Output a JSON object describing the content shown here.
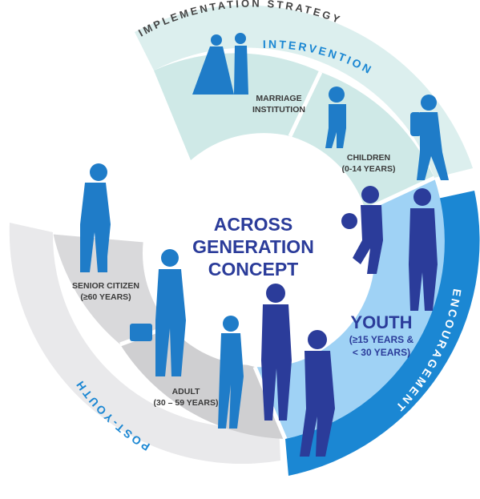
{
  "ring_labels": {
    "implementation_strategy": "IMPLEMENTATION STRATEGY",
    "intervention": "INTERVENTION",
    "encouragement": "ENCOURAGEMENT",
    "post_youth": "POST-YOUTH"
  },
  "center": {
    "line1": "ACROSS",
    "line2": "GENERATION",
    "line3": "CONCEPT"
  },
  "segments": {
    "marriage": {
      "line1": "MARRIAGE",
      "line2": "INSTITUTION"
    },
    "children": {
      "line1": "CHILDREN",
      "line2": "(0-14 YEARS)"
    },
    "youth": {
      "title": "YOUTH",
      "line1": "(≥15 YEARS &",
      "line2": "< 30 YEARS)"
    },
    "adult": {
      "line1": "ADULT",
      "line2": "(30 – 59 YEARS)"
    },
    "senior": {
      "line1": "SENIOR CITIZEN",
      "line2": "(≥60 YEARS)"
    }
  },
  "colors": {
    "teal_light": "#cfe9e7",
    "teal_ring": "#dcefee",
    "blue_light": "#9fd2f5",
    "blue_ring": "#1b87d3",
    "grey_light": "#cfcfd1",
    "grey_ring": "#e8e8ea",
    "navy": "#2b3c9a",
    "figure_blue": "#1f7cc8",
    "text_dark": "#3a3a3a"
  }
}
